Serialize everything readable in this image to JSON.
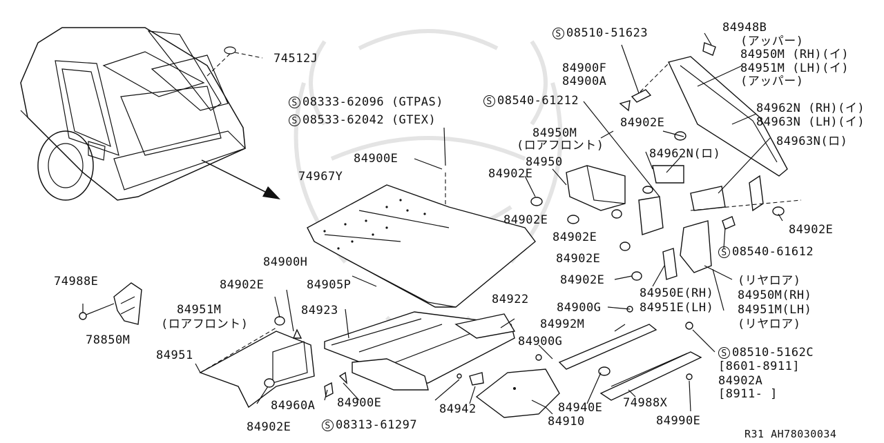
{
  "diagram": {
    "footer": "R31  AH78030034",
    "screw_symbol": "S",
    "labels": {
      "p74512J": "74512J",
      "p84948B": "84948B",
      "p_upper1": "(アッパー)",
      "p84950M_rh_i": "84950M (RH)(イ)",
      "p84951M_lh_i": "84951M (LH)(イ)",
      "p_upper2": "(アッパー)",
      "s08510_51623": "08510-51623",
      "p84900F": "84900F",
      "p84900A": "84900A",
      "s08333_62096": "08333-62096 (GTPAS)",
      "s08540_61212": "08540-61212",
      "s08533_62042": "08533-62042 (GTEX)",
      "p84902E_a": "84902E",
      "p84962N_rh": "84962N (RH)(イ)",
      "p84963N_lh": "84963N (LH)(イ)",
      "p84950M_lf": "84950M",
      "p_lower_front1": "(ロアフロント)",
      "p84963N_ro": "84963N(ロ)",
      "p84900E_a": "84900E",
      "p84962N_ro": "84962N(ロ)",
      "p84950": "84950",
      "p84902E_b": "84902E",
      "p74967Y": "74967Y",
      "p84902E_c": "84902E",
      "p84902E_d": "84902E",
      "p84902E_r": "84902E",
      "s08540_61612": "08540-61612",
      "p84902E_e": "84902E",
      "p84900H": "84900H",
      "p74988E": "74988E",
      "p84902E_f": "84902E",
      "p84905P": "84905P",
      "p84902E_g": "84902E",
      "p_rear_lower1": "(リヤロア)",
      "p84950E_rh": "84950E(RH)",
      "p84950M_rh": "84950M(RH)",
      "p84923": "84923",
      "p84922": "84922",
      "p84951M_lf": "84951M",
      "p_lower_front2": "(ロアフロント)",
      "p84900G_a": "84900G",
      "p84951E_lh": "84951E(LH)",
      "p84951M_lh": "84951M(LH)",
      "p_rear_lower2": "(リヤロア)",
      "p84992M": "84992M",
      "p78850M": "78850M",
      "p84900G_b": "84900G",
      "p84951": "84951",
      "s08510_5162C": "08510-5162C",
      "p_range1": "[8601-8911]",
      "p84902A": "84902A",
      "p_range2": "[8911-     ]",
      "p84960A": "84960A",
      "p84900E_b": "84900E",
      "p84942": "84942",
      "p84940E": "84940E",
      "p74988X": "74988X",
      "p84902E_h": "84902E",
      "s08313_61297": "08313-61297",
      "p84910": "84910",
      "p84990E": "84990E"
    }
  }
}
